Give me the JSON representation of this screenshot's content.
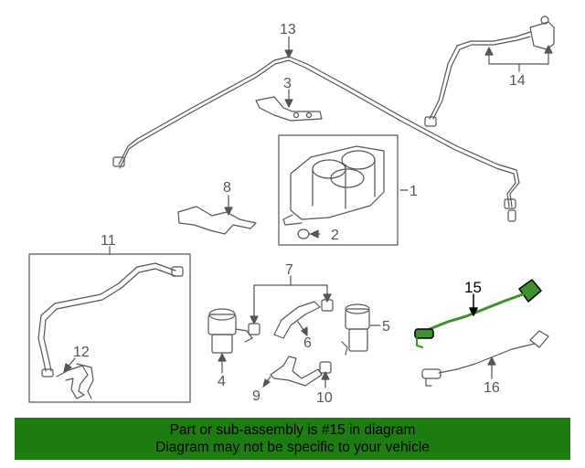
{
  "colors": {
    "line": "#555555",
    "highlight": "#000000",
    "highlight_part": "#3f8f2f",
    "footer_bg": "#1e7d12",
    "footer_text": "#000000"
  },
  "callouts": {
    "c1": "1",
    "c2": "2",
    "c3": "3",
    "c4": "4",
    "c5": "5",
    "c6": "6",
    "c7": "7",
    "c8": "8",
    "c9": "9",
    "c10": "10",
    "c11": "11",
    "c12": "12",
    "c13": "13",
    "c14": "14",
    "c15": "15",
    "c16": "16"
  },
  "highlighted_callout": "15",
  "footer": {
    "line1": "Part or sub-assembly is #15 in diagram",
    "line2": "Diagram may not be specific to your vehicle"
  }
}
